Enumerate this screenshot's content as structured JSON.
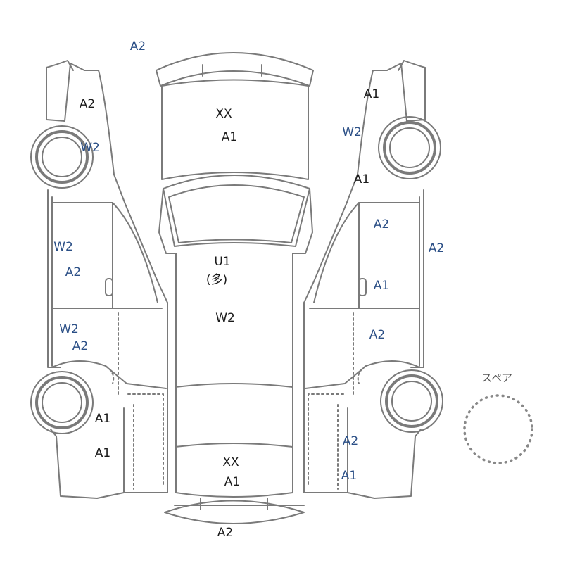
{
  "colors": {
    "black_label": "#1a1a1a",
    "blue_label": "#2b4f86",
    "outline": "#7a7a7a"
  },
  "labels": {
    "top_left": "A2",
    "roof": {
      "code1": "XX",
      "code2": "A1"
    },
    "roof_center": {
      "code1": "U1",
      "code2": "(多)",
      "code3": "W2"
    },
    "trunk": {
      "code1": "XX",
      "code2": "A1"
    },
    "rear_bumper": "A2",
    "left_side": {
      "front_fender": "A2",
      "front_wheel": "W2",
      "front_door_upper": "W2",
      "front_door": "A2",
      "rear_door_upper": "W2",
      "rear_door": "A2",
      "rear_quarter_upper": "A1",
      "rear_quarter_lower": "A1"
    },
    "right_side": {
      "front_fender": "A1",
      "front_wheel": "W2",
      "a_pillar": "A1",
      "front_door": "A2",
      "side_rail": "A2",
      "front_door_lower": "A1",
      "rear_door": "A2",
      "rear_quarter_upper": "A2",
      "rear_quarter_lower": "A1"
    },
    "spare": "スペア"
  }
}
